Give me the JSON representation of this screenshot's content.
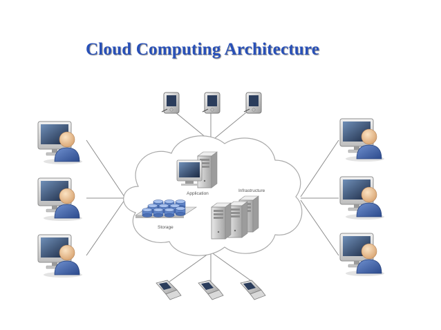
{
  "title": "Cloud Computing Architecture",
  "cloud": {
    "application_label": "Application",
    "infrastructure_label": "Infrastructure",
    "storage_label": "Storage"
  },
  "colors": {
    "title": "#2850b8",
    "lines": "#8c8c8c",
    "cloud_stroke": "#a9a9a9",
    "user_body": "#3e5fa6",
    "storage": "#5f84c8"
  },
  "icons": {
    "pda": "pda-icon",
    "phone": "mobile-phone-icon",
    "user": "user-workstation-icon",
    "server": "server-icon",
    "database": "database-icon"
  }
}
